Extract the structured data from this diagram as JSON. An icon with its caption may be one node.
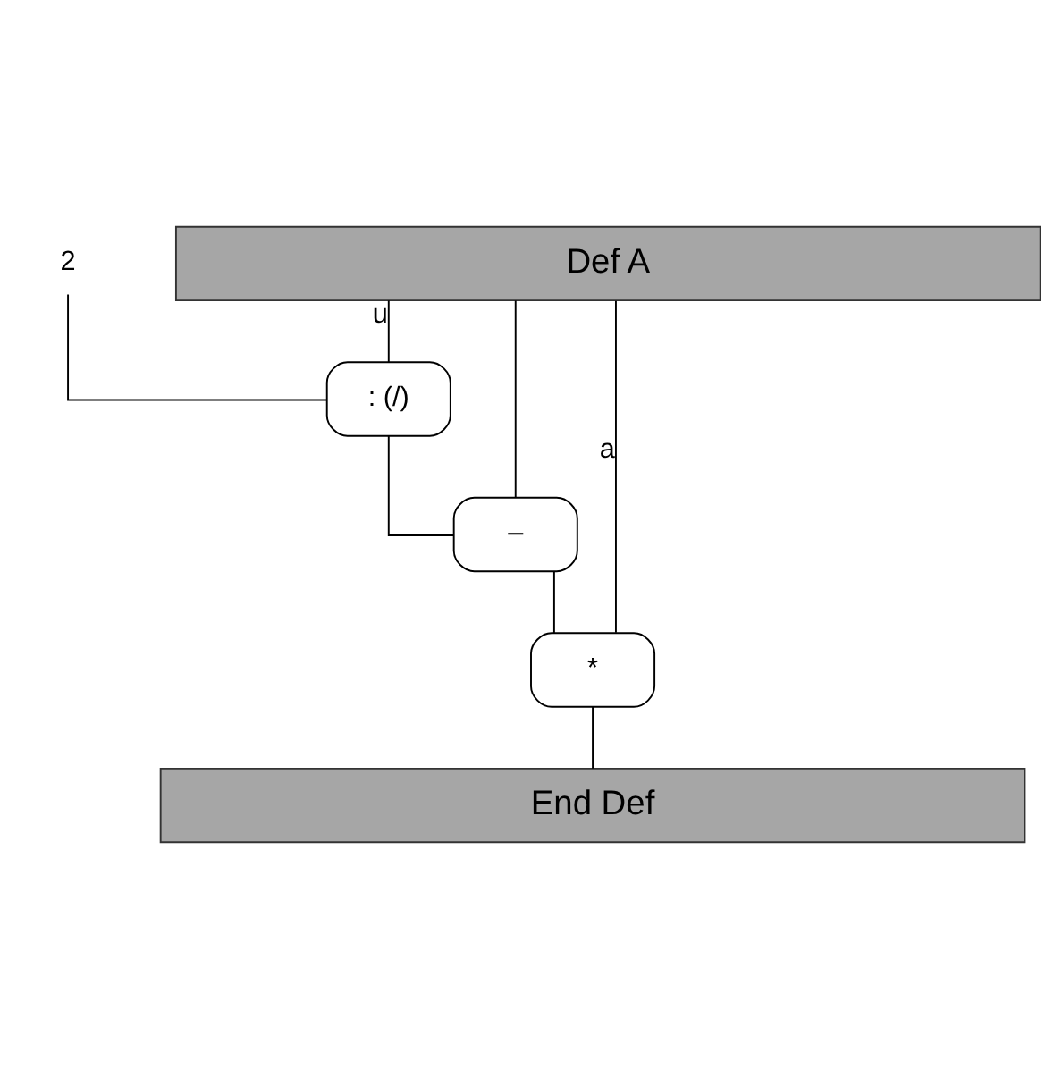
{
  "diagram": {
    "nodes": [
      {
        "text": [
          "Def A"
        ]
      },
      {
        "text": [
          "2"
        ]
      },
      {
        "text": [
          ": (/)"
        ]
      },
      {
        "text": [
          "–"
        ]
      },
      {
        "text": [
          "*"
        ]
      },
      {
        "text": [
          "End Def"
        ]
      }
    ],
    "edges": [
      {
        "from": 0,
        "to": 2,
        "arrow": "none",
        "label": "u"
      },
      {
        "from": 1,
        "to": 2,
        "arrow": "none"
      },
      {
        "from": 0,
        "to": 3,
        "arrow": "none"
      },
      {
        "from": 0,
        "to": 4,
        "arrow": "none",
        "label": "a"
      },
      {
        "from": 2,
        "to": 3,
        "arrow": "none"
      },
      {
        "from": 3,
        "to": 4,
        "arrow": "none"
      },
      {
        "from": 4,
        "to": 5,
        "arrow": "none"
      }
    ]
  }
}
